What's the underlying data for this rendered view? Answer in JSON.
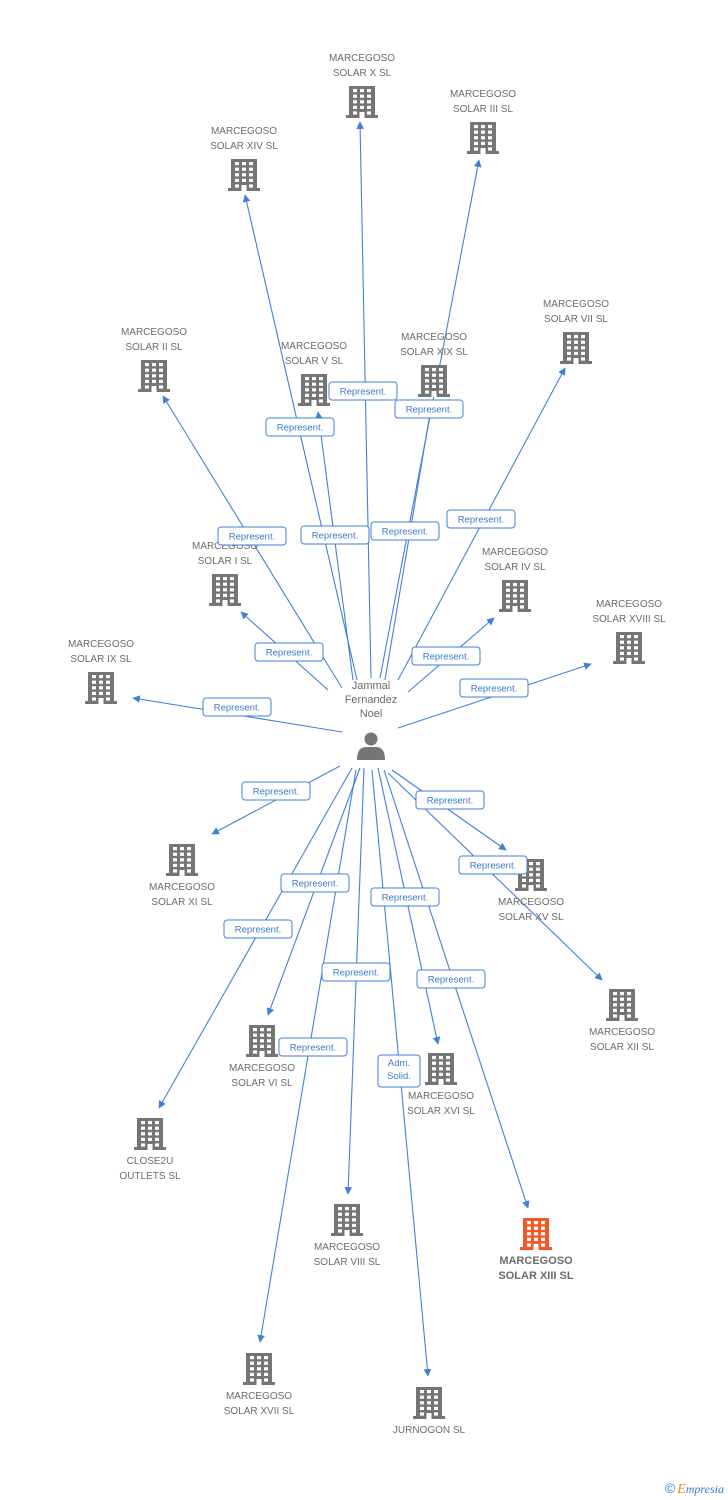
{
  "colors": {
    "edge": "#3f81d8",
    "edge_label_border": "#3f81d8",
    "edge_label_text": "#3b78c9",
    "building": "#757575",
    "building_highlight": "#f05a28",
    "person": "#757575",
    "label": "#6b6b6b"
  },
  "center": {
    "id": "person",
    "name_lines": [
      "Jammal",
      "Fernandez",
      "Noel"
    ],
    "icon": "person-icon"
  },
  "nodes": [
    {
      "id": "x",
      "lines": [
        "MARCEGOSO",
        "SOLAR X SL"
      ],
      "icon": "building-icon"
    },
    {
      "id": "iii",
      "lines": [
        "MARCEGOSO",
        "SOLAR III SL"
      ],
      "icon": "building-icon"
    },
    {
      "id": "xiv",
      "lines": [
        "MARCEGOSO",
        "SOLAR XIV SL"
      ],
      "icon": "building-icon"
    },
    {
      "id": "vii",
      "lines": [
        "MARCEGOSO",
        "SOLAR VII SL"
      ],
      "icon": "building-icon"
    },
    {
      "id": "ii",
      "lines": [
        "MARCEGOSO",
        "SOLAR II SL"
      ],
      "icon": "building-icon"
    },
    {
      "id": "v",
      "lines": [
        "MARCEGOSO",
        "SOLAR V SL"
      ],
      "icon": "building-icon"
    },
    {
      "id": "xix",
      "lines": [
        "MARCEGOSO",
        "SOLAR XIX SL"
      ],
      "icon": "building-icon"
    },
    {
      "id": "i",
      "lines": [
        "MARCEGOSO",
        "SOLAR I SL"
      ],
      "icon": "building-icon"
    },
    {
      "id": "iv",
      "lines": [
        "MARCEGOSO",
        "SOLAR IV SL"
      ],
      "icon": "building-icon"
    },
    {
      "id": "xviii",
      "lines": [
        "MARCEGOSO",
        "SOLAR XVIII SL"
      ],
      "icon": "building-icon"
    },
    {
      "id": "ix",
      "lines": [
        "MARCEGOSO",
        "SOLAR IX SL"
      ],
      "icon": "building-icon"
    },
    {
      "id": "xi",
      "lines": [
        "MARCEGOSO",
        "SOLAR XI SL"
      ],
      "icon": "building-icon"
    },
    {
      "id": "xv",
      "lines": [
        "MARCEGOSO",
        "SOLAR XV SL"
      ],
      "icon": "building-icon"
    },
    {
      "id": "xii",
      "lines": [
        "MARCEGOSO",
        "SOLAR XII SL"
      ],
      "icon": "building-icon"
    },
    {
      "id": "vi",
      "lines": [
        "MARCEGOSO",
        "SOLAR VI SL"
      ],
      "icon": "building-icon"
    },
    {
      "id": "xvi",
      "lines": [
        "MARCEGOSO",
        "SOLAR XVI SL"
      ],
      "icon": "building-icon"
    },
    {
      "id": "close2u",
      "lines": [
        "CLOSE2U",
        "OUTLETS SL"
      ],
      "icon": "building-icon"
    },
    {
      "id": "viii",
      "lines": [
        "MARCEGOSO",
        "SOLAR VIII SL"
      ],
      "icon": "building-icon"
    },
    {
      "id": "xiii",
      "lines": [
        "MARCEGOSO",
        "SOLAR XIII SL"
      ],
      "icon": "building-icon",
      "highlight": true
    },
    {
      "id": "xvii",
      "lines": [
        "MARCEGOSO",
        "SOLAR XVII SL"
      ],
      "icon": "building-icon"
    },
    {
      "id": "jurnogon",
      "lines": [
        "JURNOGON  SL"
      ],
      "icon": "building-icon"
    }
  ],
  "edges": [
    {
      "to": "x",
      "label": [
        "Represent."
      ]
    },
    {
      "to": "iii",
      "label": [
        "Represent."
      ]
    },
    {
      "to": "xiv",
      "label": [
        "Represent."
      ]
    },
    {
      "to": "vii",
      "label": [
        "Represent."
      ]
    },
    {
      "to": "ii",
      "label": [
        "Represent."
      ]
    },
    {
      "to": "v",
      "label": [
        "Represent."
      ]
    },
    {
      "to": "xix",
      "label": [
        "Represent."
      ]
    },
    {
      "to": "i",
      "label": [
        "Represent."
      ]
    },
    {
      "to": "iv",
      "label": [
        "Represent."
      ]
    },
    {
      "to": "xviii",
      "label": [
        "Represent."
      ]
    },
    {
      "to": "ix",
      "label": [
        "Represent."
      ]
    },
    {
      "to": "xi",
      "label": [
        "Represent."
      ]
    },
    {
      "to": "xv",
      "label": [
        "Represent."
      ]
    },
    {
      "to": "xii",
      "label": [
        "Represent."
      ]
    },
    {
      "to": "vi",
      "label": [
        "Represent."
      ]
    },
    {
      "to": "xvi",
      "label": [
        "Represent."
      ]
    },
    {
      "to": "close2u",
      "label": [
        "Represent."
      ]
    },
    {
      "to": "viii",
      "label": [
        "Represent."
      ]
    },
    {
      "to": "xiii",
      "label": [
        "Represent."
      ]
    },
    {
      "to": "xvii",
      "label": [
        "Represent."
      ]
    },
    {
      "to": "jurnogon",
      "label": [
        "Adm.",
        "Solid."
      ]
    }
  ],
  "footer": {
    "copyright": "©",
    "brand_initial": "E",
    "brand_rest": "mpresia"
  }
}
